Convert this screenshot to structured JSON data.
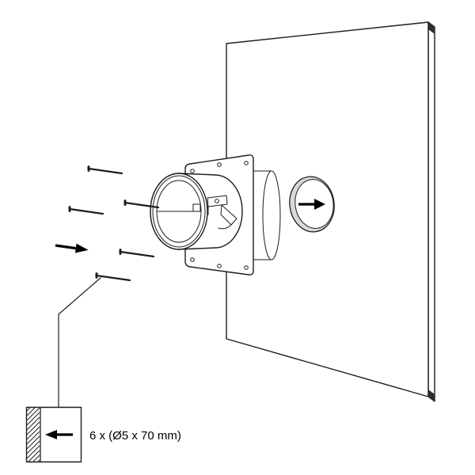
{
  "diagram": {
    "detail_label": "6 x (Ø5 x 70 mm)"
  },
  "colors": {
    "line": "#1d1d1b",
    "background": "#ffffff",
    "hole_rim": "#d9d9d9",
    "arrow_fill": "#000000",
    "edge_accent": "#2e2e2e"
  },
  "icons": {
    "hole_arrow": "right-arrow",
    "insert_arrow": "right-arrow",
    "screw_drive_arrow": "left-arrow"
  }
}
